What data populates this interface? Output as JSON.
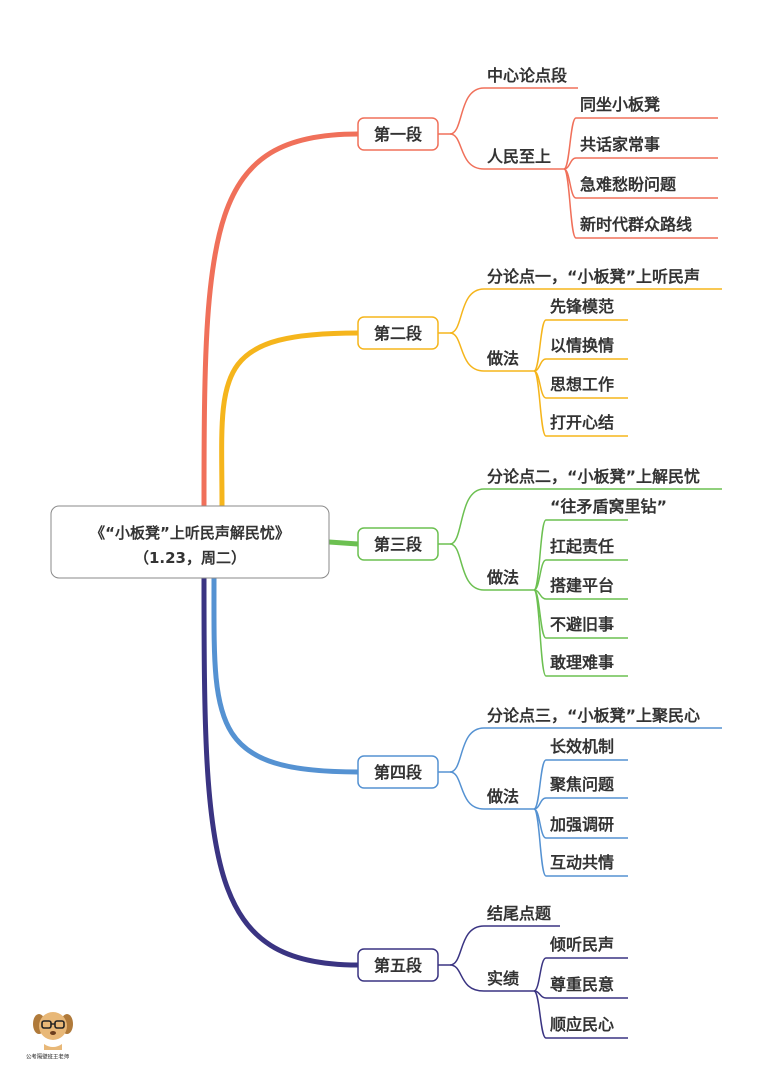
{
  "root": {
    "line1": "《“小板凳”上听民声解民忧》",
    "line2": "（1.23，周二）"
  },
  "sections": [
    {
      "label": "第一段",
      "color": "#f0705a",
      "points": [
        {
          "label": "中心论点段",
          "children": []
        },
        {
          "label": "人民至上",
          "children": [
            "同坐小板凳",
            "共话家常事",
            "急难愁盼问题",
            "新时代群众路线"
          ]
        }
      ]
    },
    {
      "label": "第二段",
      "color": "#f5b51c",
      "points": [
        {
          "label": "分论点一，“小板凳”上听民声",
          "children": []
        },
        {
          "label": "做法",
          "children": [
            "先锋模范",
            "以情换情",
            "思想工作",
            "打开心结"
          ]
        }
      ]
    },
    {
      "label": "第三段",
      "color": "#6cc051",
      "points": [
        {
          "label": "分论点二，“小板凳”上解民忧",
          "children": []
        },
        {
          "label": "做法",
          "children": [
            "“往矛盾窝里钻”",
            "扛起责任",
            "搭建平台",
            "不避旧事",
            "敢理难事"
          ]
        }
      ]
    },
    {
      "label": "第四段",
      "color": "#5592d2",
      "points": [
        {
          "label": "分论点三，“小板凳”上聚民心",
          "children": []
        },
        {
          "label": "做法",
          "children": [
            "长效机制",
            "聚焦问题",
            "加强调研",
            "互动共情"
          ]
        }
      ]
    },
    {
      "label": "第五段",
      "color": "#3a3482",
      "points": [
        {
          "label": "结尾点题",
          "children": []
        },
        {
          "label": "实绩",
          "children": [
            "倾听民声",
            "尊重民意",
            "顺应民心"
          ]
        }
      ]
    }
  ],
  "footer": {
    "watermark": "公考隔壁班王老师"
  }
}
